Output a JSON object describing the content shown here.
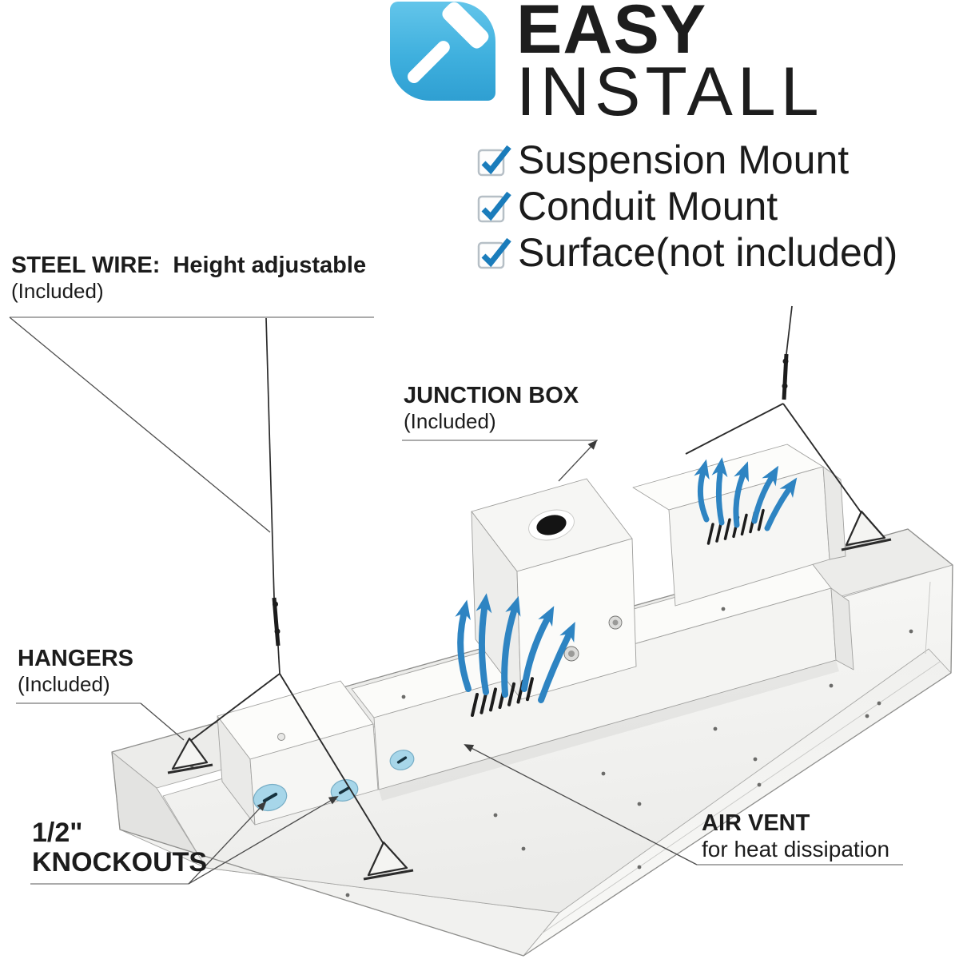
{
  "header": {
    "line1": "EASY",
    "line2": "INSTALL",
    "icon": "hammer-icon",
    "icon_color_top": "#63c5ea",
    "icon_color_bottom": "#2f9fd2"
  },
  "checklist": {
    "check_color": "#1a7cbb",
    "items": [
      {
        "label": "Suspension Mount",
        "checked": true
      },
      {
        "label": "Conduit Mount",
        "checked": true
      },
      {
        "label": "Surface(not included)",
        "checked": true
      }
    ]
  },
  "callouts": {
    "steel_wire": {
      "title": "STEEL WIRE:",
      "detail": "Height adjustable",
      "note": "(Included)"
    },
    "junction_box": {
      "title": "JUNCTION BOX",
      "note": "(Included)"
    },
    "hangers": {
      "title": "HANGERS",
      "note": "(Included)"
    },
    "knockouts": {
      "title": "1/2\"",
      "title2": "KNOCKOUTS"
    },
    "air_vent": {
      "title": "AIR VENT",
      "note": "for heat dissipation"
    }
  },
  "diagram": {
    "subject": "LED linear high bay light fixture, rear view with suspension hardware",
    "fixture_color": "#f2f2f0",
    "knockout_color": "#a7d6e9",
    "airflow_arrow_color": "#2e84c2",
    "knockout_count_visible": 3,
    "air_vent_count_visible": 2,
    "hanger_count_visible": 3
  }
}
